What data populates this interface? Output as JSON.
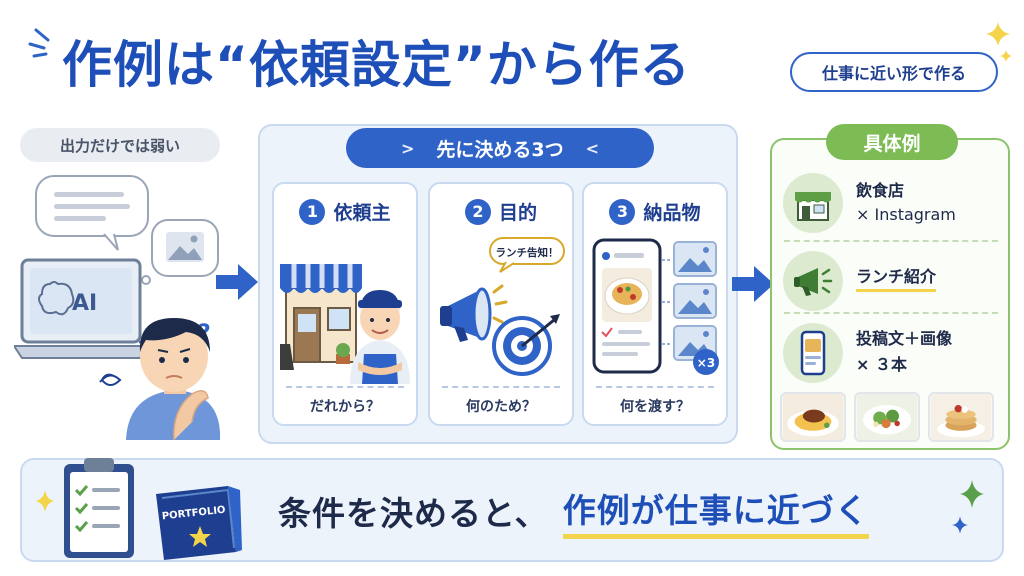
{
  "header": {
    "title": "作例は“依頼設定”から作る",
    "badge": "仕事に近い形で作る"
  },
  "left": {
    "badge": "出力だけでは弱い",
    "screen_label": "AI"
  },
  "center": {
    "banner": "先に決める3つ",
    "cards": [
      {
        "num": "1",
        "title": "依頼主",
        "question": "だれから？"
      },
      {
        "num": "2",
        "title": "目的",
        "question": "何のため？",
        "bubble": "ランチ告知！"
      },
      {
        "num": "3",
        "title": "納品物",
        "question": "何を渡す？",
        "count": "×3"
      }
    ]
  },
  "examples": {
    "badge": "具体例",
    "items": [
      {
        "line1": "飲食店",
        "line2": "×  Instagram"
      },
      {
        "line1": "ランチ紹介"
      },
      {
        "line1": "投稿文＋画像",
        "line2": "× ３本"
      }
    ]
  },
  "bottom": {
    "plain": "条件を決めると、",
    "emphasis": "作例が仕事に近づく",
    "portfolio_label": "PORTFOLIO"
  },
  "colors": {
    "primary": "#2f63c8",
    "title": "#1e4fb8",
    "green": "#7dbb55",
    "highlight": "#f4d44a",
    "panel": "#edf3fb"
  },
  "icons": [
    "sparkle-icon",
    "laptop-icon",
    "speech-bubble-icon",
    "image-icon",
    "person-icon",
    "arrow-right-icon",
    "shop-icon",
    "megaphone-icon",
    "target-icon",
    "smartphone-icon",
    "clipboard-icon",
    "portfolio-icon"
  ]
}
